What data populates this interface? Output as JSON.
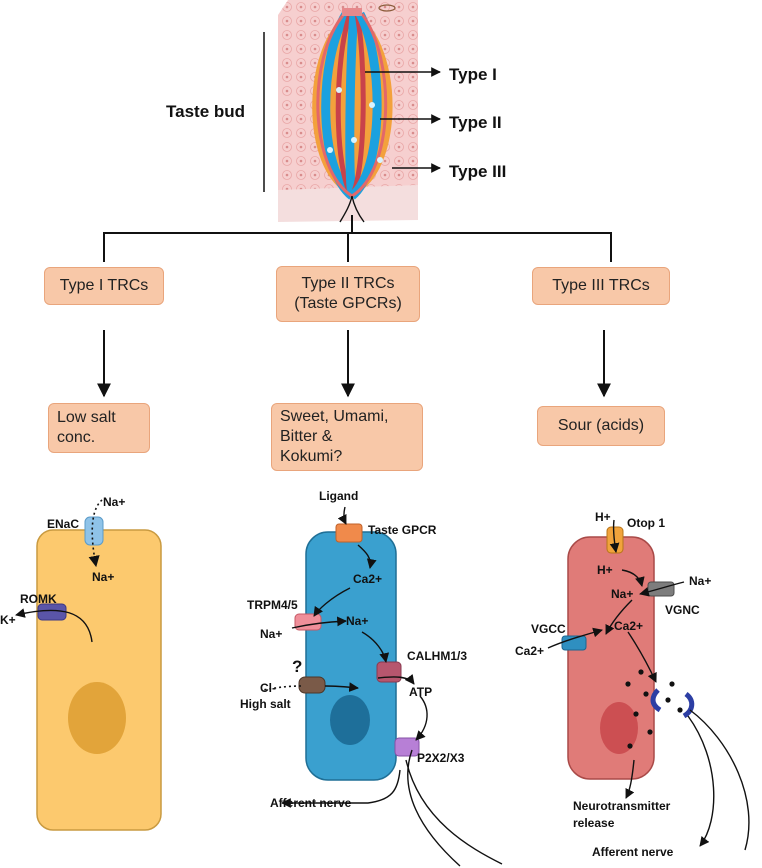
{
  "taste_bud": {
    "title": "Taste bud",
    "type_i": "Type I",
    "type_ii": "Type II",
    "type_iii": "Type III"
  },
  "boxes": {
    "type_i_trcs": "Type I TRCs",
    "type_ii_trcs_line1": "Type II TRCs",
    "type_ii_trcs_line2": "(Taste GPCRs)",
    "type_iii_trcs": "Type III TRCs",
    "low_salt_line1": "Low salt",
    "low_salt_line2": "conc.",
    "sweet_line1": "Sweet, Umami,",
    "sweet_line2": "Bitter &",
    "sweet_line3": "Kokumi?",
    "sour": "Sour (acids)"
  },
  "cell1": {
    "enac": "ENaC",
    "na_out": "Na+",
    "na_in": "Na+",
    "romk": "ROMK",
    "k_plus": "K+"
  },
  "cell2": {
    "ligand": "Ligand",
    "taste_gpcr": "Taste GPCR",
    "ca2": "Ca2+",
    "trpm": "TRPM4/5",
    "na_out": "Na+",
    "na_in": "Na+",
    "calhm": "CALHM1/3",
    "question": "?",
    "cl": "Cl-",
    "high_salt": "High salt",
    "atp": "ATP",
    "p2x": "P2X2/X3",
    "afferent": "Afferent nerve"
  },
  "cell3": {
    "h_out": "H+",
    "otop": "Otop 1",
    "h_in": "H+",
    "na_out": "Na+",
    "na_in": "Na+",
    "vgnc": "VGNC",
    "vgcc": "VGCC",
    "ca_in": "Ca2+",
    "ca_out": "Ca2+",
    "neuro_line1": "Neurotransmitter",
    "neuro_line2": "release",
    "afferent": "Afferent nerve"
  },
  "colors": {
    "type1_cell": "#fcc96e",
    "type2_cell": "#3aa0cf",
    "type3_cell": "#e07b78",
    "box_fill": "#f8c8a8"
  }
}
